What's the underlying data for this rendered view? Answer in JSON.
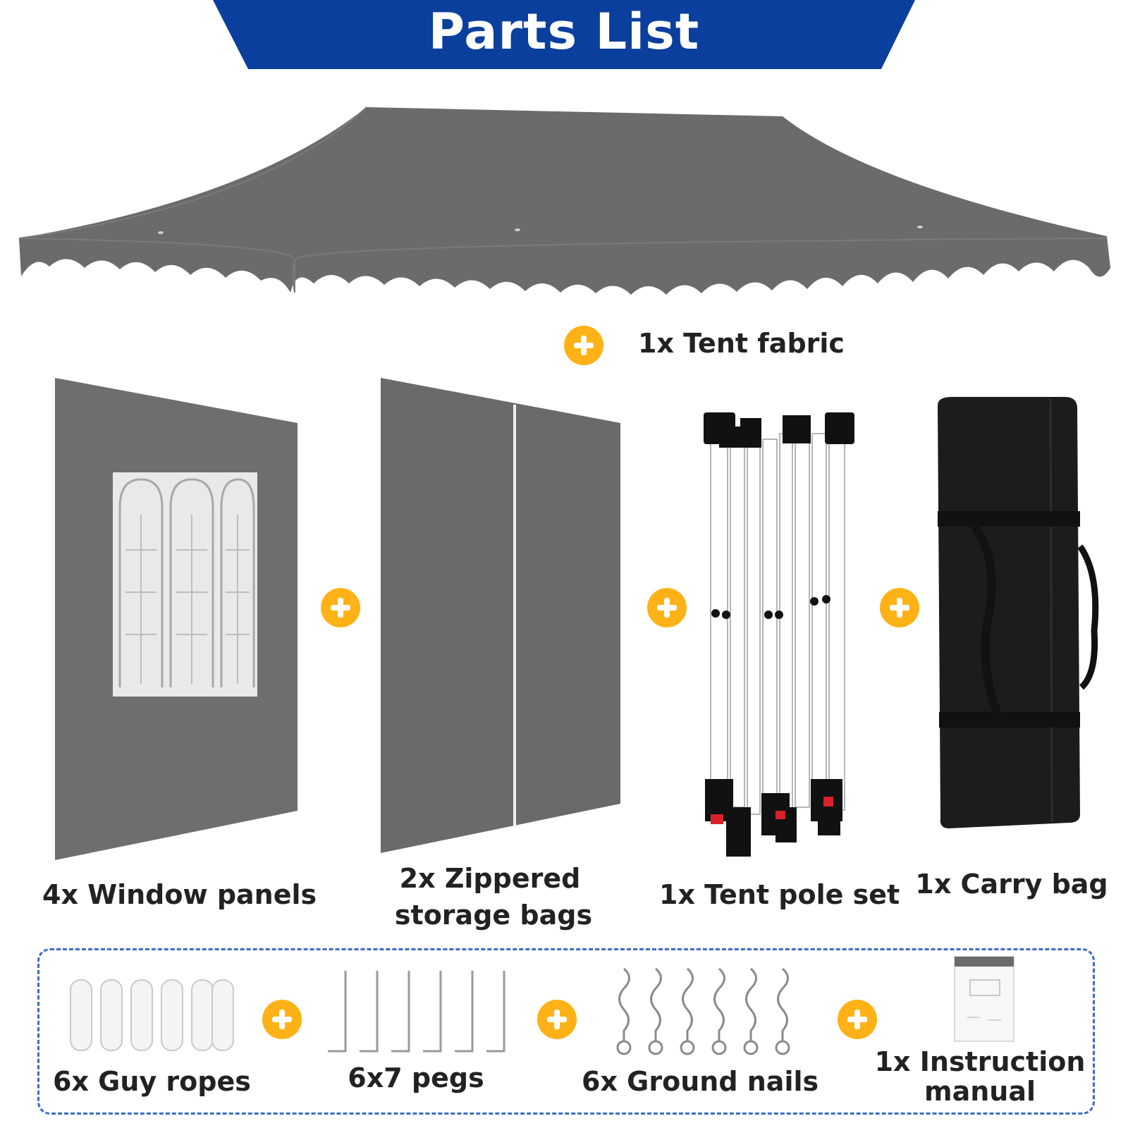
{
  "header": {
    "title": "Parts List",
    "banner_color": "#0a3f9d"
  },
  "colors": {
    "plus_accent": "#ffb217",
    "fabric_gray": "#6b6b6b",
    "bag_black": "#1c1c1c",
    "dash_border": "#3a6cc7"
  },
  "items": {
    "tent_fabric": "1x Tent fabric",
    "window_panels": "4x Window panels",
    "zippered_line1": "2x Zippered",
    "zippered_line2": "storage bags",
    "pole_set": "1x Tent pole set",
    "carry_bag": "1x Carry bag"
  },
  "accessories": {
    "guy_ropes": "6x Guy ropes",
    "pegs": "6x7 pegs",
    "ground_nails": "6x Ground nails",
    "manual_line1": "1x Instruction",
    "manual_line2": "manual"
  }
}
